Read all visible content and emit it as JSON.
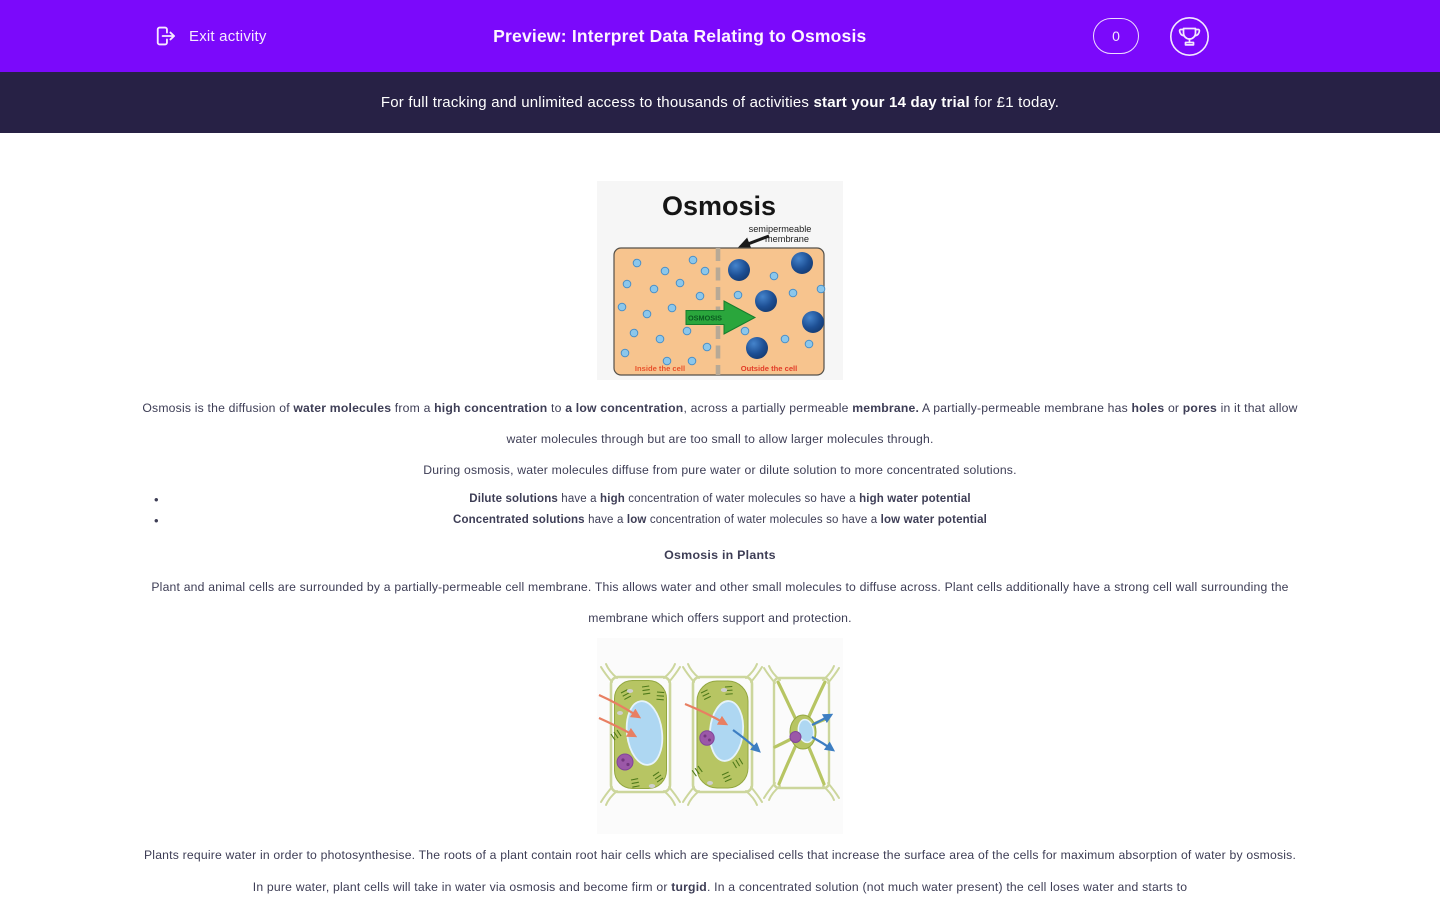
{
  "header": {
    "exit_label": "Exit activity",
    "title": "Preview: Interpret Data Relating to Osmosis",
    "score_badge": "0",
    "colors": {
      "background": "#7b09fb",
      "text": "#f7e9ff"
    }
  },
  "banner": {
    "pre": "For full tracking and unlimited access to thousands of activities ",
    "bold": "start your 14 day trial",
    "post": " for £1 today.",
    "colors": {
      "background": "#272145",
      "text": "#ffffff"
    }
  },
  "osmosis_figure": {
    "title": "Osmosis",
    "membrane_label_line1": "semipermeable",
    "membrane_label_line2": "membrane",
    "arrow_label": "OSMOSIS",
    "left_label": "Inside the cell",
    "right_label": "Outside the cell",
    "colors": {
      "cell_fill": "#f7c48e",
      "water_molecule": "#8cc7eb",
      "solute_molecule": "#1d4f94",
      "arrow": "#2aa63c",
      "labels": "#e8512b",
      "membrane": "#b7a996"
    }
  },
  "plant_figure": {
    "colors": {
      "cell_wall": "#ccd69c",
      "cytoplasm": "#b7c563",
      "vacuole": "#aed7f2",
      "nucleus": "#9b58a8",
      "water_in_arrow": "#e87f62",
      "water_out_arrow": "#3d7ec2"
    }
  },
  "article": {
    "p1": {
      "s0": "Osmosis is the diffusion of ",
      "s1": "water molecules",
      "s2": " from a ",
      "s3": "high concentration",
      "s4": " to ",
      "s5": "a low concentration",
      "s6": ", across a partially permeable ",
      "s7": "membrane.",
      "s8": "  A partially-permeable membrane has ",
      "s9": "holes",
      "s10": " or ",
      "s11": "pores",
      "s12": " in it that allow water molecules through but are too small to allow larger molecules through."
    },
    "p2": "During osmosis, water molecules diffuse from pure water or dilute solution to more concentrated solutions.",
    "bullet1": {
      "s0": "Dilute solutions",
      "s1": " have a ",
      "s2": "high",
      "s3": " concentration of water molecules so have a ",
      "s4": "high water potential"
    },
    "bullet2": {
      "s0": "Concentrated solutions",
      "s1": " have a ",
      "s2": "low",
      "s3": " concentration of water molecules so have a  ",
      "s4": "low water potential"
    },
    "heading_plants": "Osmosis in Plants",
    "p3": "Plant and animal cells are surrounded by a partially-permeable cell membrane. This allows water and other small molecules to diffuse across. Plant cells additionally have a strong cell wall surrounding the membrane which offers support and protection.",
    "p4": {
      "s0": "Plants require water in order to photosynthesise. The roots of a plant contain root hair cells which are specialised cells that increase the surface area of the cells for maximum absorption of water by osmosis. In pure water, plant cells will take in water via osmosis and become firm or ",
      "s1": "turgid",
      "s2": ". In a concentrated solution (not much water present) the cell loses water and starts to"
    }
  }
}
